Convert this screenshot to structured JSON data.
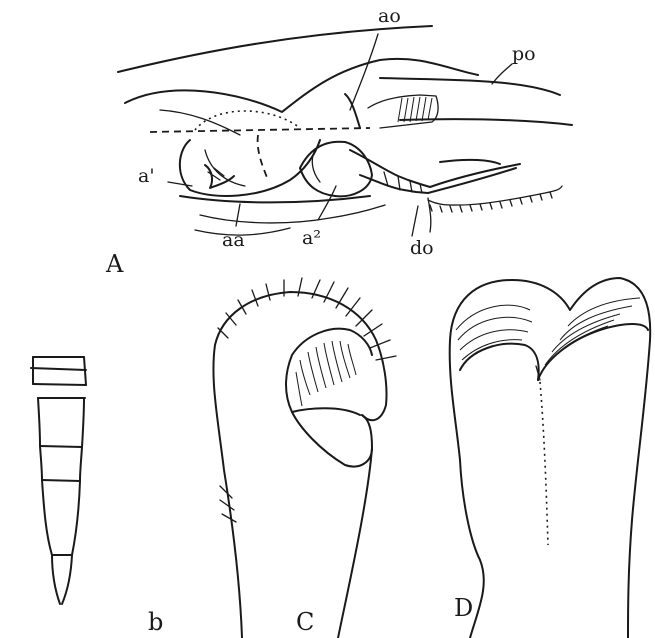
{
  "figure": {
    "panels": {
      "a": {
        "letter": "A"
      },
      "b": {
        "letter": "b"
      },
      "c": {
        "letter": "C"
      },
      "d": {
        "letter": "D"
      }
    },
    "part_labels": {
      "ao": "ao",
      "po": "po",
      "a1": "a'",
      "aa": "aa",
      "a2": "a²",
      "do": "do"
    }
  }
}
